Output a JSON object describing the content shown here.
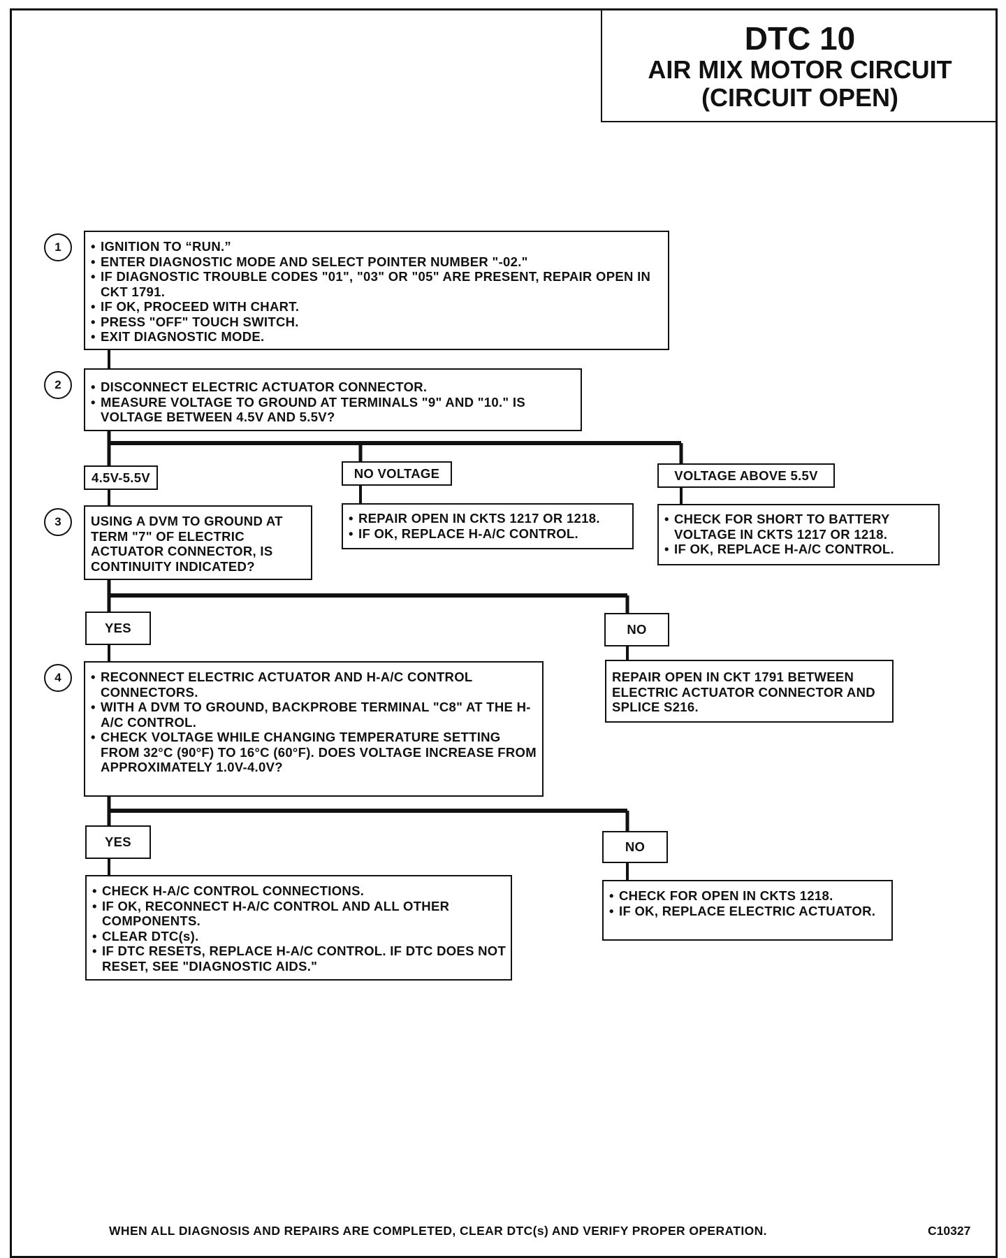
{
  "title": {
    "code": "DTC 10",
    "line1": "AIR MIX MOTOR CIRCUIT",
    "line2": "(CIRCUIT OPEN)"
  },
  "steps": [
    {
      "number": "1",
      "bullets": [
        "IGNITION TO “RUN.”",
        "ENTER DIAGNOSTIC MODE AND SELECT POINTER NUMBER \"-02.\"",
        "IF DIAGNOSTIC TROUBLE CODES \"01\", \"03\" OR \"05\" ARE PRESENT, REPAIR OPEN IN CKT 1791.",
        "IF OK, PROCEED WITH CHART.",
        "PRESS \"OFF\" TOUCH SWITCH.",
        "EXIT DIAGNOSTIC MODE."
      ]
    },
    {
      "number": "2",
      "bullets": [
        "DISCONNECT ELECTRIC ACTUATOR CONNECTOR.",
        "MEASURE VOLTAGE TO GROUND AT TERMINALS \"9\" AND \"10.\" IS VOLTAGE BETWEEN 4.5V AND 5.5V?"
      ]
    },
    {
      "number": "3",
      "text": "USING A DVM TO GROUND AT TERM \"7\" OF ELECTRIC ACTUATOR CONNECTOR, IS CONTINUITY INDICATED?"
    },
    {
      "number": "4",
      "bullets": [
        "RECONNECT ELECTRIC ACTUATOR AND H-A/C CONTROL CONNECTORS.",
        "WITH A DVM TO GROUND, BACKPROBE TERMINAL \"C8\" AT THE H-A/C CONTROL.",
        "CHECK VOLTAGE WHILE CHANGING TEMPERATURE SETTING FROM 32°C (90°F) TO 16°C (60°F). DOES VOLTAGE INCREASE FROM APPROXIMATELY 1.0V-4.0V?"
      ]
    }
  ],
  "branches": {
    "step2": {
      "ok_label": "4.5V-5.5V",
      "none_label": "NO VOLTAGE",
      "none_bullets": [
        "REPAIR OPEN IN CKTS 1217 OR 1218.",
        "IF OK, REPLACE H-A/C CONTROL."
      ],
      "above_label": "VOLTAGE ABOVE 5.5V",
      "above_bullets": [
        "CHECK FOR SHORT TO BATTERY VOLTAGE IN CKTS 1217 OR 1218.",
        "IF OK, REPLACE H-A/C CONTROL."
      ]
    },
    "step3": {
      "yes_label": "YES",
      "no_label": "NO",
      "no_text": "REPAIR OPEN IN CKT 1791 BETWEEN ELECTRIC ACTUATOR CONNECTOR AND SPLICE S216."
    },
    "step4": {
      "yes_label": "YES",
      "yes_bullets": [
        "CHECK H-A/C CONTROL CONNECTIONS.",
        "IF OK, RECONNECT H-A/C CONTROL AND ALL OTHER COMPONENTS.",
        "CLEAR DTC(s).",
        "IF DTC RESETS, REPLACE H-A/C CONTROL. IF DTC DOES NOT RESET, SEE \"DIAGNOSTIC AIDS.\""
      ],
      "no_label": "NO",
      "no_bullets": [
        "CHECK FOR OPEN IN CKTS 1218.",
        "IF OK, REPLACE ELECTRIC ACTUATOR."
      ]
    }
  },
  "footer": {
    "note": "WHEN ALL DIAGNOSIS AND REPAIRS ARE COMPLETED, CLEAR DTC(s) AND VERIFY PROPER OPERATION.",
    "figure_id": "C10327"
  }
}
